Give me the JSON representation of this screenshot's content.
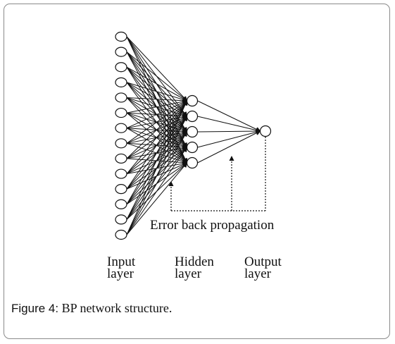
{
  "diagram": {
    "layers": {
      "input": {
        "label_line1": "Input",
        "label_line2": "layer",
        "node_count": 14
      },
      "hidden": {
        "label_line1": "Hidden",
        "label_line2": "layer",
        "node_count": 5
      },
      "output": {
        "label_line1": "Output",
        "label_line2": "layer",
        "node_count": 1
      }
    },
    "feedback": {
      "label": "Error back propagation"
    },
    "colors": {
      "line": "#111111",
      "node_fill": "#ffffff"
    }
  },
  "caption": {
    "label": "Figure 4:",
    "text": " BP network structure."
  }
}
